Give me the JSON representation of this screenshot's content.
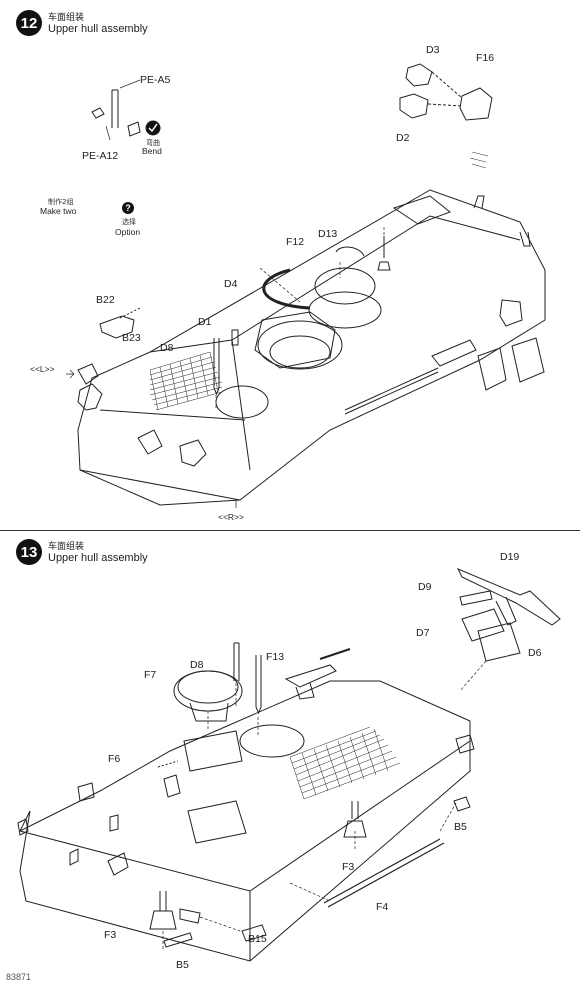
{
  "step12": {
    "number": "12",
    "title_cn": "车面组装",
    "title_en": "Upper hull assembly",
    "labels": {
      "pe_a5": "PE-A5",
      "pe_a12": "PE-A12",
      "bend_cn": "弯曲",
      "bend": "Bend",
      "make_two_cn": "制作2组",
      "make_two": "Make two",
      "option_cn": "选择",
      "option": "Option",
      "d3": "D3",
      "f16": "F16",
      "d2": "D2",
      "f12": "F12",
      "d13": "D13",
      "d4": "D4",
      "b22": "B22",
      "b23": "B23",
      "d1": "D1",
      "d8": "D8",
      "left_view": "<<L>>",
      "right_view": "<<R>>"
    }
  },
  "step13": {
    "number": "13",
    "title_cn": "车面组装",
    "title_en": "Upper hull assembly",
    "labels": {
      "d19": "D19",
      "d9": "D9",
      "d7": "D7",
      "d6": "D6",
      "d8": "D8",
      "f13": "F13",
      "f7": "F7",
      "f6": "F6",
      "b5_right": "B5",
      "f3_center": "F3",
      "f4": "F4",
      "f3_left": "F3",
      "b15": "B15",
      "b5_bottom": "B5"
    }
  },
  "footer": {
    "left": "83871"
  }
}
